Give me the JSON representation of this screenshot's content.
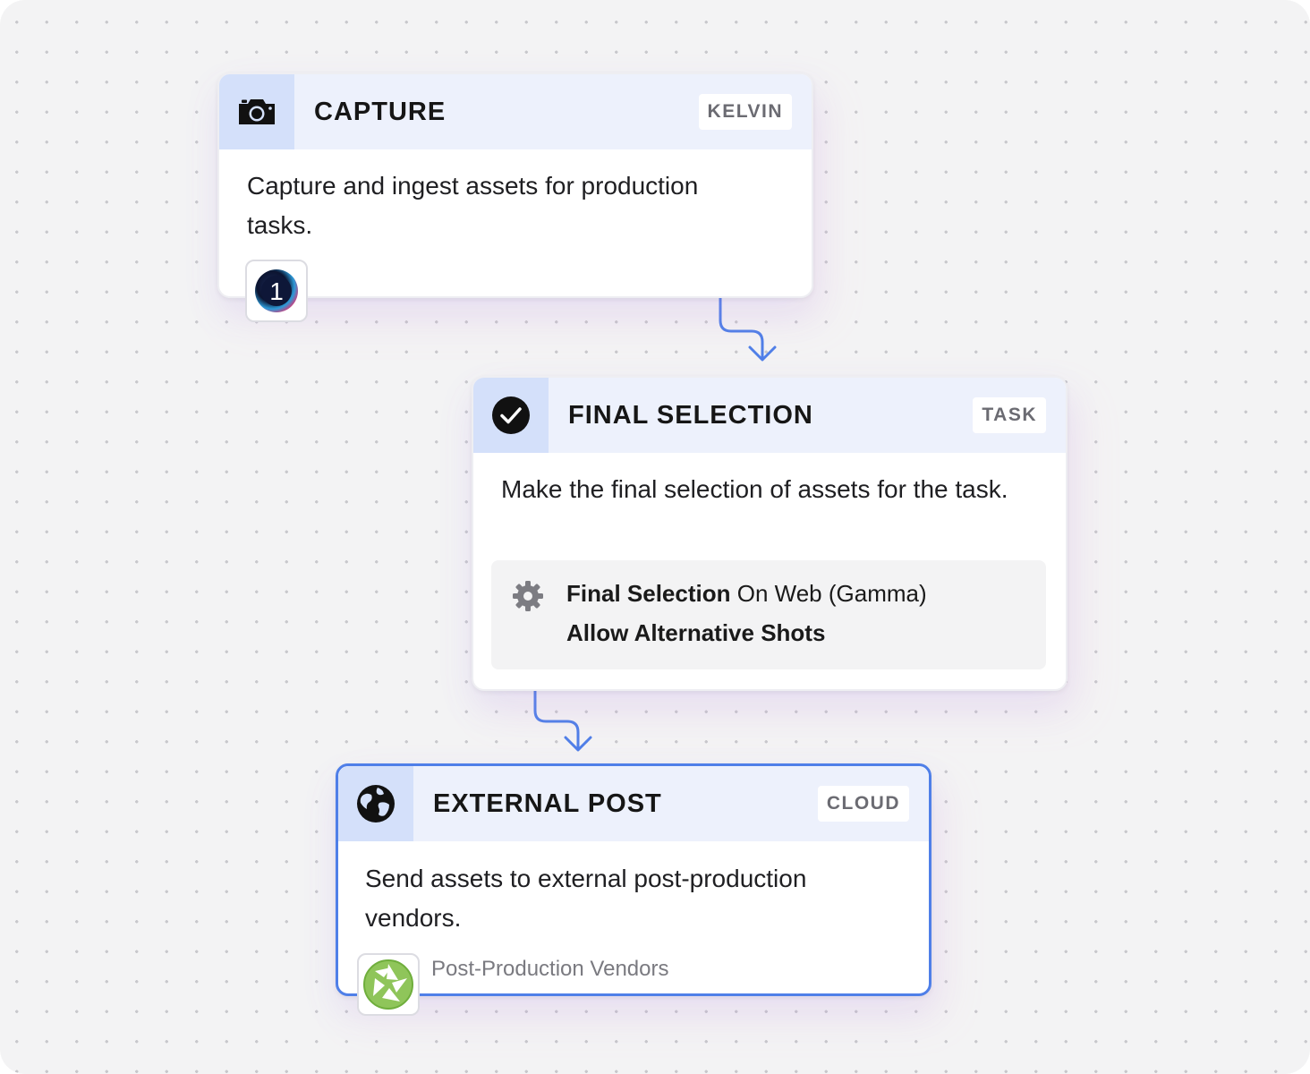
{
  "colors": {
    "accent": "#4f7fe8",
    "header_bg": "#edf1fc",
    "icon_tile_bg": "#d4e0fa",
    "canvas_bg": "#f3f3f4"
  },
  "nodes": [
    {
      "title": "CAPTURE",
      "badge": "KELVIN",
      "icon": "camera-icon",
      "description": "Capture and ingest assets for production tasks.",
      "app_icon": "capture-one-icon",
      "app_icon_text": "1"
    },
    {
      "title": "FINAL SELECTION",
      "badge": "TASK",
      "icon": "check-circle-icon",
      "description": "Make the final selection of assets for the task.",
      "settings": {
        "icon": "gear-icon",
        "name": "Final Selection",
        "detail": "On Web (Gamma)",
        "option": "Allow Alternative Shots"
      }
    },
    {
      "title": "EXTERNAL POST",
      "badge": "CLOUD",
      "icon": "globe-icon",
      "description": "Send assets to external post-production vendors.",
      "app_icon": "aperture-icon",
      "app_label": "Post-Production Vendors",
      "selected": true
    }
  ]
}
